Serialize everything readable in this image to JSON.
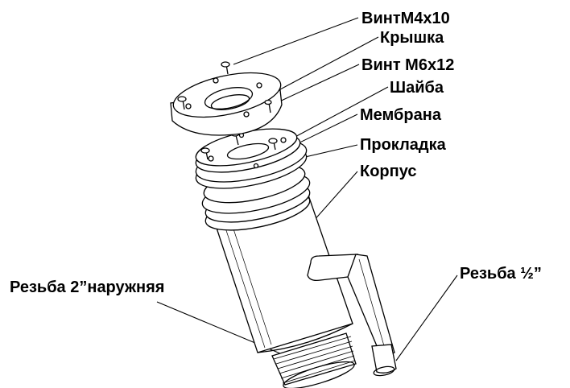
{
  "labels": {
    "vint_m4": "ВинтМ4х10",
    "kryshka": "Крышка",
    "vint_m6": "Винт М6х12",
    "shaiba": "Шайба",
    "membrana": "Мембрана",
    "prokladka": "Прокладка",
    "korpus": "Корпус",
    "rezba_half": "Резьба ½”",
    "rezba_2": "Резьба 2”наружняя"
  },
  "colors": {
    "line": "#000000",
    "fill": "#ffffff",
    "shade": "#e6e6e6"
  }
}
